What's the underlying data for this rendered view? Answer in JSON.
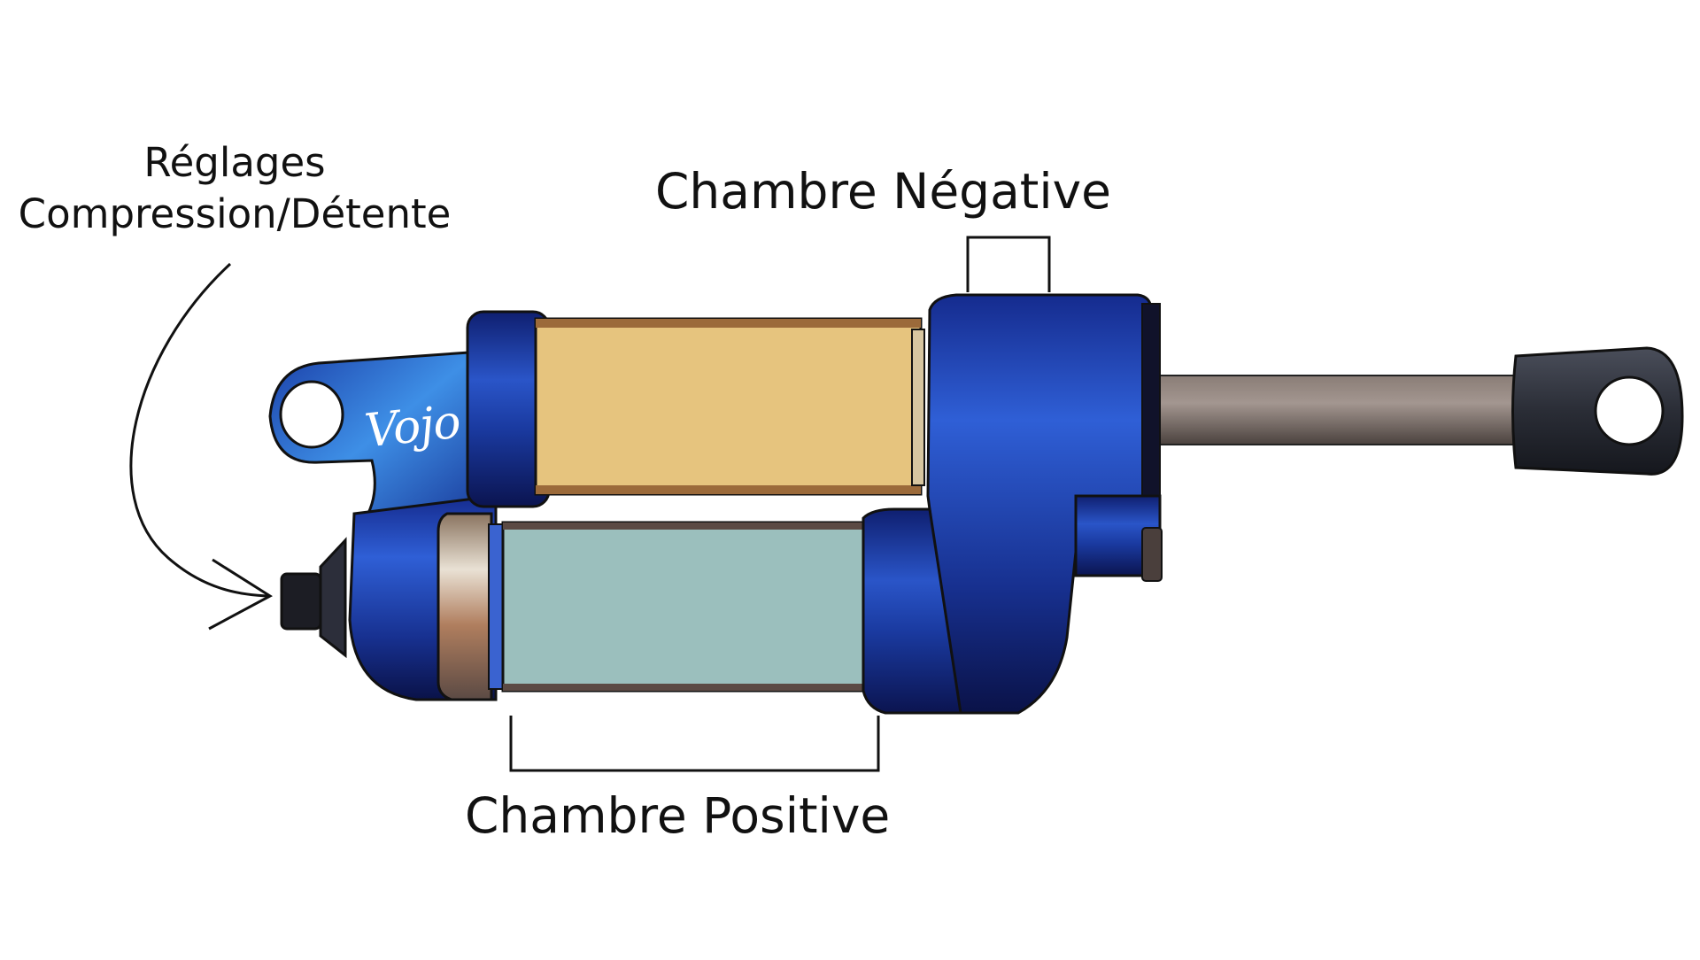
{
  "diagram": {
    "labels": {
      "adjust_line1": "Réglages",
      "adjust_line2": "Compression/Détente",
      "negative_chamber": "Chambre Négative",
      "positive_chamber": "Chambre Positive"
    },
    "brand": "Vojo",
    "colors": {
      "body_blue": "#1e3f9e",
      "body_dark": "#0d1860",
      "negative_chamber_fill": "#e6c47e",
      "positive_chamber_fill": "#9bbfbd",
      "shaft": "#6e625c",
      "eyelet": "#2a2d36",
      "line": "#111111"
    }
  }
}
